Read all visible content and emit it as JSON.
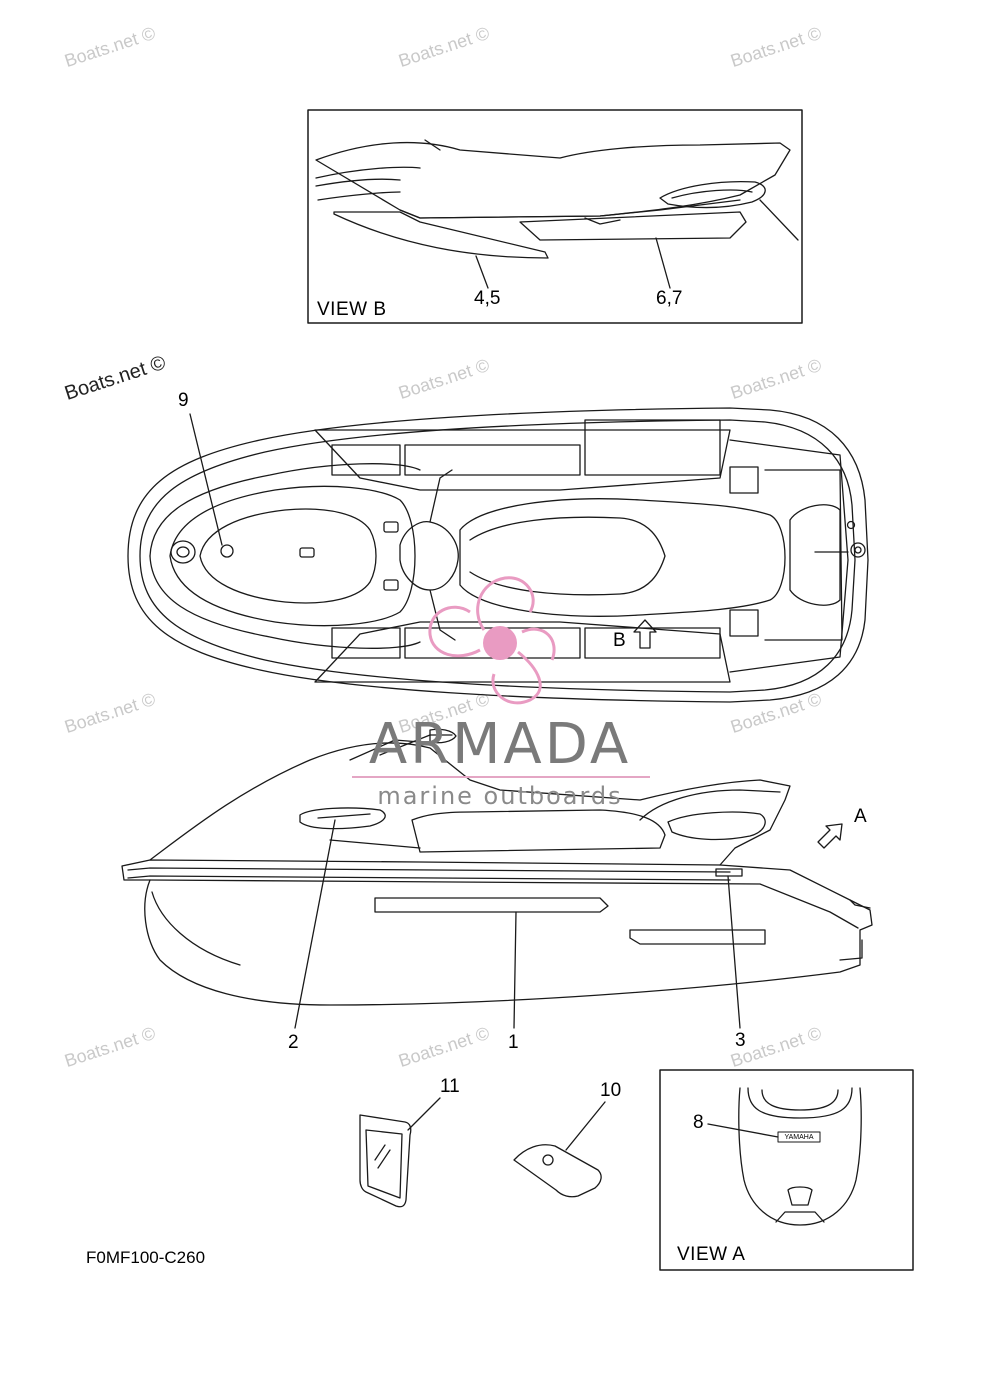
{
  "watermarks": [
    "Boats.net ©",
    "Boats.net ©",
    "Boats.net ©",
    "Boats.net ©",
    "Boats.net ©",
    "Boats.net ©",
    "Boats.net ©",
    "Boats.net ©",
    "Boats.net ©",
    "Boats.net ©",
    "Boats.net ©",
    "Boats.net ©"
  ],
  "brand": {
    "name": "ARMADA",
    "tagline": "marine outboards",
    "accent_color": "#e99bc2"
  },
  "view_b": {
    "label": "VIEW B",
    "callouts": [
      "4,5",
      "6,7"
    ]
  },
  "view_a": {
    "label": "VIEW A",
    "callout": "8",
    "badge": "YAMAHA"
  },
  "top_view": {
    "callout": "9",
    "arrow_label": "B"
  },
  "side_view": {
    "callouts": [
      "2",
      "1",
      "3"
    ],
    "arrow_label": "A"
  },
  "parts": {
    "sticker_callout": "11",
    "tag_callout": "10"
  },
  "diagram_code": "F0MF100-C260"
}
